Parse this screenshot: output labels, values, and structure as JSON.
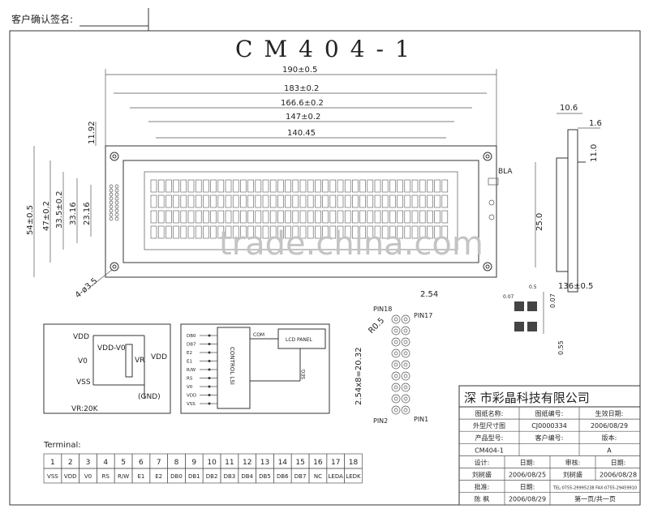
{
  "header": {
    "signature_label": "客户确认签名:"
  },
  "title": "CM404-1",
  "watermark": "trade.china.com",
  "front_view": {
    "dims_top": [
      "190±0.5",
      "183±0.2",
      "166.6±0.2",
      "147±0.2",
      "140.45"
    ],
    "dims_left": [
      "11.92",
      "54±0.5",
      "47±0.2",
      "33.5±0.2",
      "33.16",
      "23.16"
    ],
    "hole_label": "4-ø3.5",
    "bla_label": "BLA",
    "dim_25": "25.0"
  },
  "side_view": {
    "dims": [
      "10.6",
      "1.6",
      "11.0",
      "136±0.5"
    ]
  },
  "pixel_detail": {
    "dims": [
      "0.07",
      "0.5",
      "0.07",
      "0.55"
    ]
  },
  "pin_view": {
    "pitch": "2.54",
    "radius": "R0.5",
    "span": "2.54x8=20.32",
    "pins": [
      "PIN18",
      "PIN17",
      "PIN2",
      "PIN1"
    ]
  },
  "circuit": {
    "labels": [
      "VDD",
      "VDD-V0",
      "V0",
      "VR",
      "VDD",
      "VSS",
      "(GND)"
    ],
    "caption": "VR:20K"
  },
  "block_diagram": {
    "left_pins": [
      "DB0",
      "DB7",
      "E2",
      "E1",
      "R/W",
      "RS",
      "V0",
      "VDD",
      "VSS"
    ],
    "controller": "CONTROL LSI",
    "com": "COM",
    "seg": "SEG",
    "panel": "LCD PANEL"
  },
  "terminal": {
    "label": "Terminal:",
    "numbers": [
      "1",
      "2",
      "3",
      "4",
      "5",
      "6",
      "7",
      "8",
      "9",
      "10",
      "11",
      "12",
      "13",
      "14",
      "15",
      "16",
      "17",
      "18"
    ],
    "names": [
      "VSS",
      "VDD",
      "V0",
      "RS",
      "R/W",
      "E1",
      "E2",
      "DB0",
      "DB1",
      "DB2",
      "DB3",
      "DB4",
      "DB5",
      "DB6",
      "DB7",
      "NC",
      "LEDA",
      "LEDK"
    ]
  },
  "title_block": {
    "company": "深 市彩晶科技有限公司",
    "row1": [
      "图纸名称:",
      "图纸编号:",
      "生效日期:"
    ],
    "row2": [
      "外型尺寸图",
      "CJ0000334",
      "2006/08/29"
    ],
    "row3": [
      "产品型号:",
      "客户编号:",
      "版本:"
    ],
    "row4": [
      "CM404-1",
      "",
      "A"
    ],
    "row5": [
      "设计:",
      "日期:",
      "审核:",
      "日期:"
    ],
    "row6": [
      "刘树盛",
      "2006/08/25",
      "刘树盛",
      "2006/08/28"
    ],
    "row7": [
      "批准:",
      "日期:",
      "TEL:0755-29995238 FAX:0755-29459910"
    ],
    "row8": [
      "陈 枫",
      "2006/08/29",
      "第一页/共一页"
    ]
  }
}
